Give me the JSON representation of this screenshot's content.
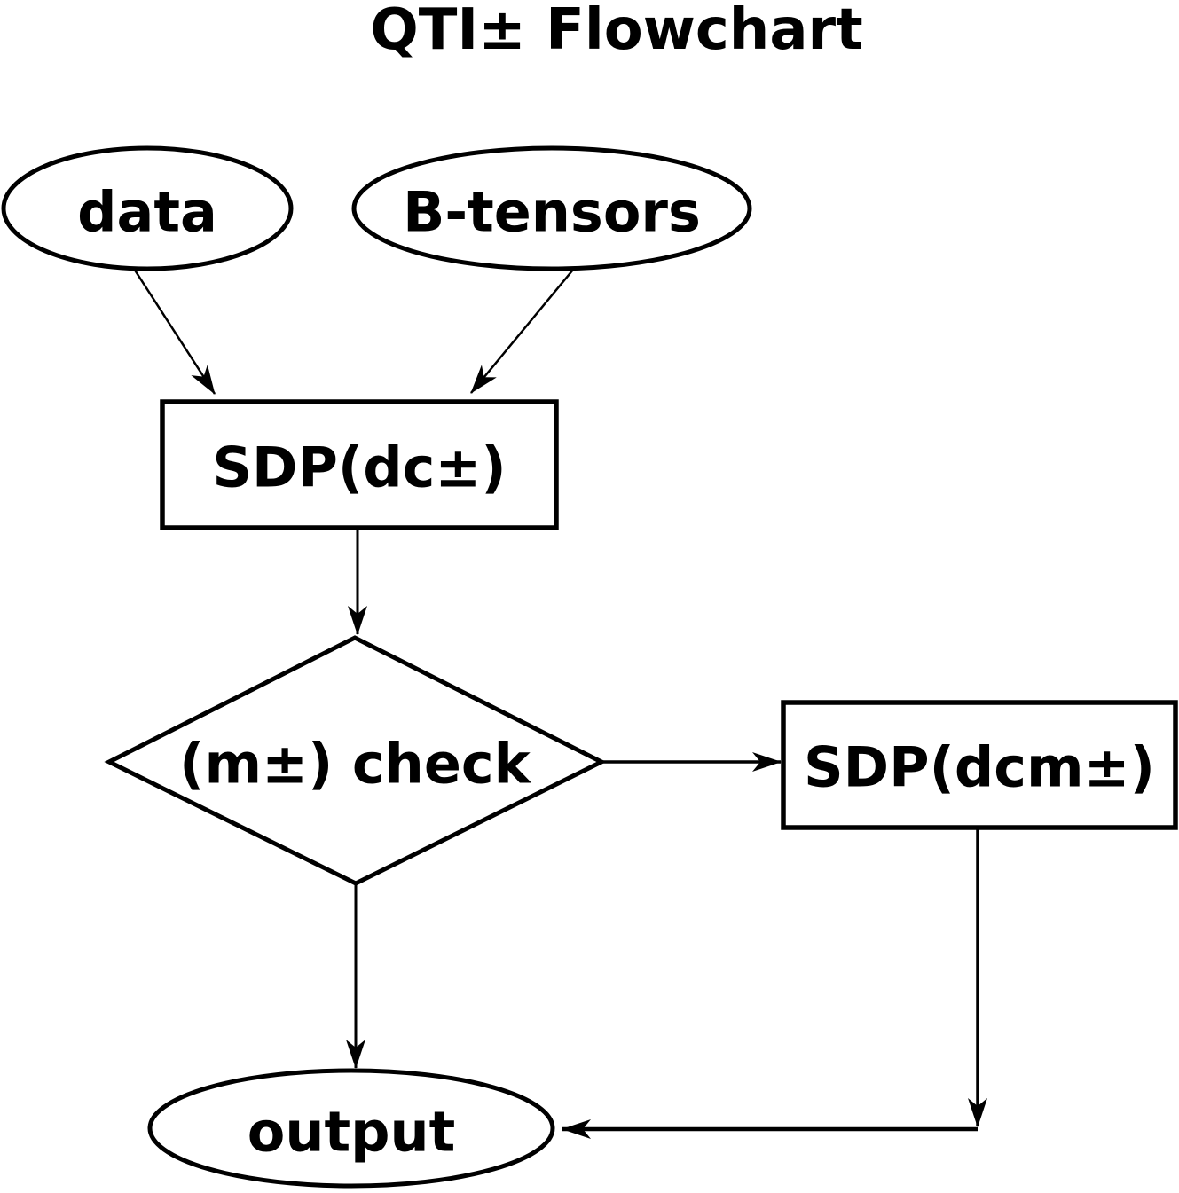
{
  "title": "QTI± Flowchart",
  "diagram": {
    "background_color": "#ffffff",
    "stroke_color": "#000000",
    "nodes": [
      {
        "id": "data",
        "type": "terminator-ellipse",
        "label": "data"
      },
      {
        "id": "b_tensors",
        "type": "terminator-ellipse",
        "label": "B-tensors"
      },
      {
        "id": "sdp_dc",
        "type": "process-rectangle",
        "label": "SDP(dc±)"
      },
      {
        "id": "m_check",
        "type": "decision-diamond",
        "label": "(m±) check"
      },
      {
        "id": "sdp_dcm",
        "type": "process-rectangle",
        "label": "SDP(dcm±)"
      },
      {
        "id": "output",
        "type": "terminator-ellipse",
        "label": "output"
      }
    ],
    "edges": [
      {
        "from": "data",
        "to": "sdp_dc"
      },
      {
        "from": "b_tensors",
        "to": "sdp_dc"
      },
      {
        "from": "sdp_dc",
        "to": "m_check"
      },
      {
        "from": "m_check",
        "to": "sdp_dcm"
      },
      {
        "from": "m_check",
        "to": "output"
      },
      {
        "from": "sdp_dcm",
        "to": "output"
      }
    ]
  }
}
